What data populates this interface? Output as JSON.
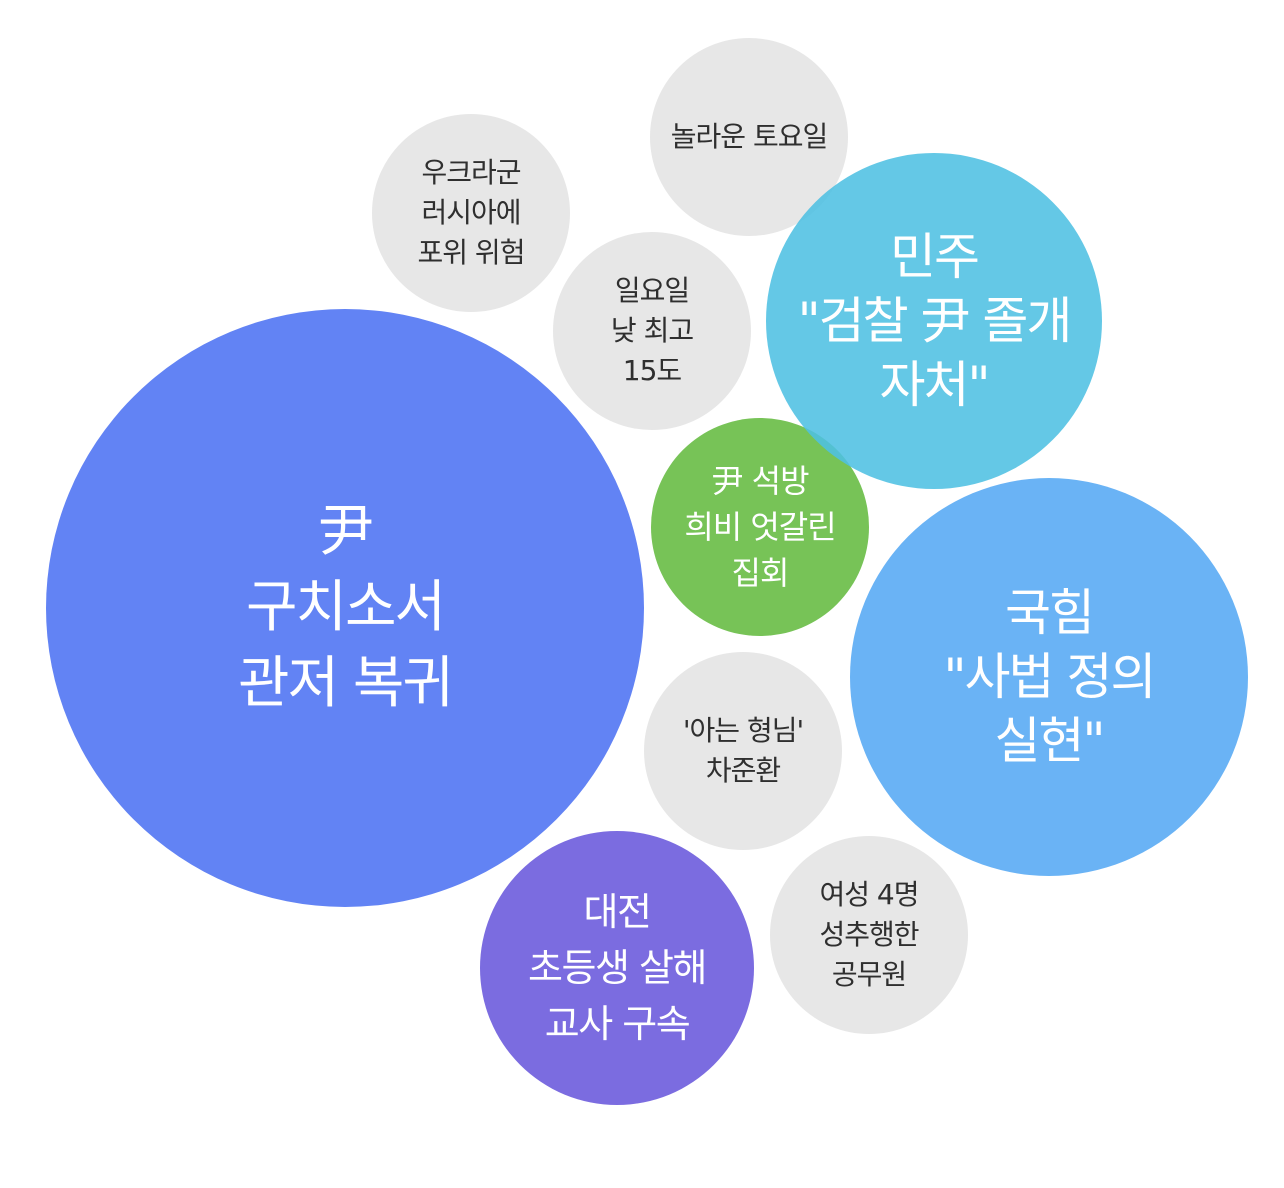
{
  "bubbles": {
    "main": {
      "label": "尹\n구치소서\n관저 복귀",
      "color": "#6283f4"
    },
    "saturday": {
      "label": "놀라운 토요일",
      "color": "#e7e7e7"
    },
    "ukraine": {
      "label": "우크라군\n러시아에\n포위 위험",
      "color": "#e7e7e7"
    },
    "sunday": {
      "label": "일요일\n낮 최고\n15도",
      "color": "#e7e7e7"
    },
    "minju": {
      "label": "민주\n\"검찰 尹 졸개\n자처\"",
      "color": "#63c7e5"
    },
    "rally": {
      "label": "尹 석방\n희비 엇갈린\n집회",
      "color": "#77c357"
    },
    "ppp": {
      "label": "국힘\n\"사법 정의\n실현\"",
      "color": "#6ab3f5"
    },
    "brother": {
      "label": "'아는 형님'\n차준환",
      "color": "#e7e7e7"
    },
    "daejeon": {
      "label": "대전\n초등생 살해\n교사 구속",
      "color": "#7b6ce0"
    },
    "official": {
      "label": "여성 4명\n성추행한\n공무원",
      "color": "#e7e7e7"
    }
  }
}
